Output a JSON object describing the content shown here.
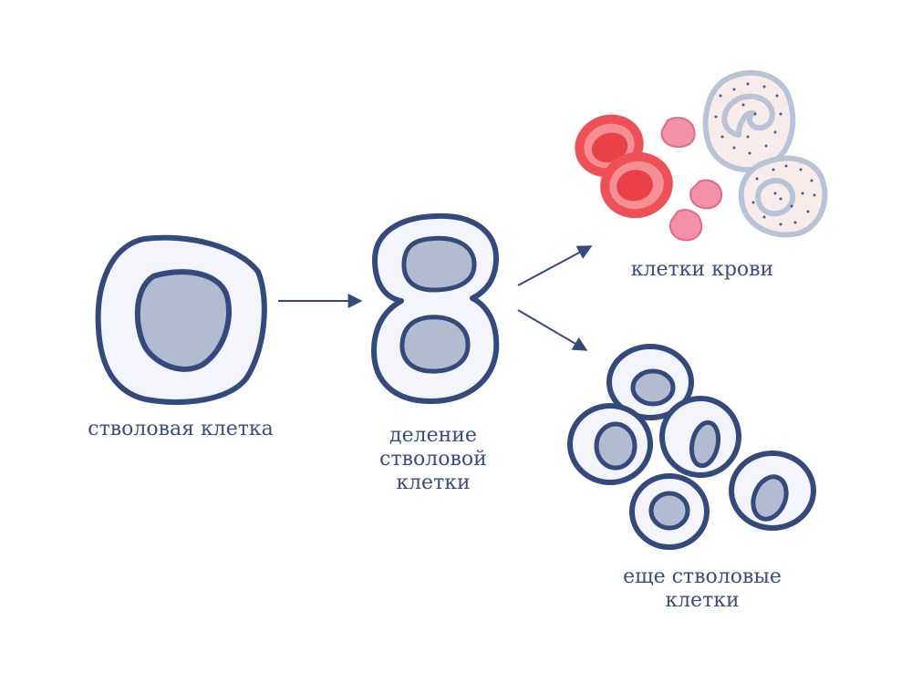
{
  "labels": {
    "stem_cell": "стволовая клетка",
    "division": [
      "деление",
      "стволовой",
      "клетки"
    ],
    "blood_cells": "клетки крови",
    "more_stem_cells": [
      "еще стволовые",
      "клетки"
    ]
  },
  "colors": {
    "outline": "#34497c",
    "cell_fill": "#f3f5fb",
    "nucleus": "#b1bcd1",
    "text": "#3b4d7c",
    "rbc_outer": "#ef5055",
    "rbc_inner": "#f48f93",
    "rbc_core": "#ea4147",
    "platelet": "#f291aa",
    "platelet_stroke": "#e5688c",
    "wbc_outline": "#b9c3d6",
    "wbc_fill": "#f7ece9",
    "wbc_dots": "#3e5a98"
  }
}
